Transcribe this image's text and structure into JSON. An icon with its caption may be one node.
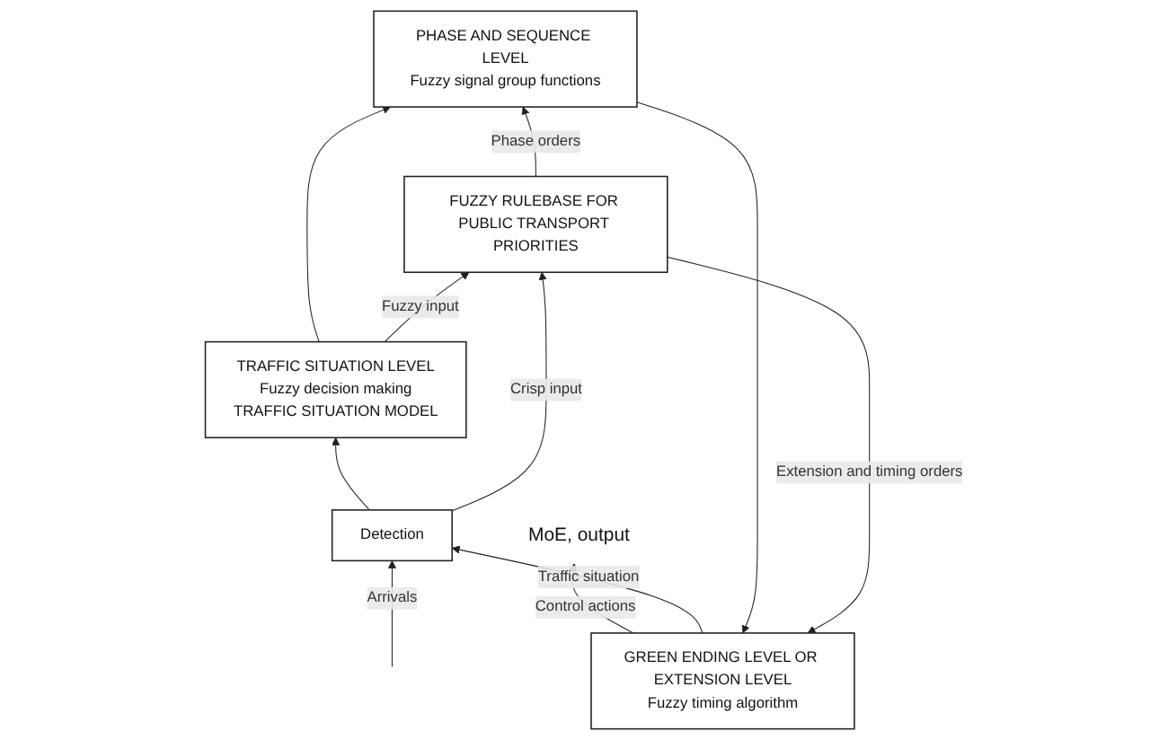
{
  "diagram": {
    "nodes": [
      {
        "text": [
          "GREEN ENDING LEVEL OR EXTENSION LEVEL",
          "Fuzzy timing algorithm"
        ]
      },
      {
        "text": [
          "PHASE AND SEQUENCE LEVEL",
          "Fuzzy signal group functions"
        ]
      },
      {
        "text": [
          "FUZZY RULEBASE FOR PUBLIC TRANSPORT PRIORITIES"
        ]
      },
      {
        "text": [
          "TRAFFIC SITUATION LEVEL",
          "Fuzzy decision making",
          "TRAFFIC SITUATION MODEL"
        ]
      },
      {
        "text": [
          "Detection"
        ]
      },
      {
        "text": [
          "MoE, output"
        ]
      }
    ],
    "edges": [
      {
        "from": 0,
        "to": 5,
        "arrow": "to",
        "label": "Control actions"
      },
      {
        "from": 0,
        "to": 4,
        "arrow": "to",
        "label": "Traffic situation"
      },
      {
        "from": null,
        "to": 4,
        "arrow": "to",
        "label": "Arrivals"
      },
      {
        "from": 1,
        "to": 0,
        "arrow": "to"
      },
      {
        "from": 2,
        "to": 0,
        "arrow": "to",
        "label": "Extension and timing orders"
      },
      {
        "from": 2,
        "to": 1,
        "arrow": "to",
        "label": "Phase orders"
      },
      {
        "from": 3,
        "to": 1,
        "arrow": "to"
      },
      {
        "from": 3,
        "to": 2,
        "arrow": "to",
        "label": "Fuzzy input"
      },
      {
        "from": 4,
        "to": 3,
        "arrow": "to"
      },
      {
        "from": 4,
        "to": 2,
        "arrow": "to",
        "label": "Crisp input"
      }
    ]
  }
}
